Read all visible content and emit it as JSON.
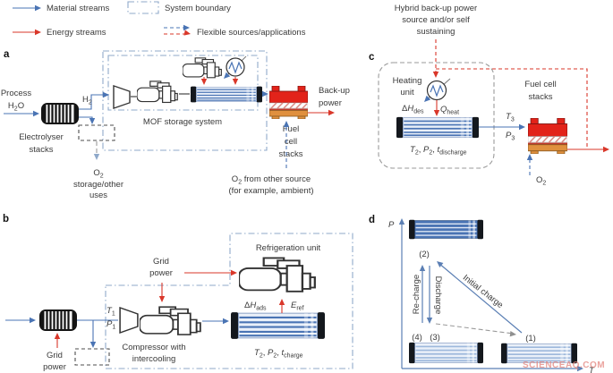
{
  "colors": {
    "material_blue": "#4a74b4",
    "energy_red": "#d9372a",
    "boundary_blue": "#8fa9ca",
    "grey_dash": "#9a9a9a",
    "tank_blue": "#4a74b4",
    "fuelcell_red": "#e2231a",
    "fuelcell_orange": "#e0903e",
    "axis_blue": "#5b7fb4"
  },
  "legend": {
    "material": "Material streams",
    "energy": "Energy streams",
    "boundary": "System boundary",
    "flexible": "Flexible sources/applications"
  },
  "hybrid": {
    "line1": "Hybrid back-up power",
    "line2": "source and/or self",
    "line3": "sustaining"
  },
  "a": {
    "panel": "a",
    "process": {
      "l1": "Process",
      "t": "H",
      "s": "2",
      "o": "O"
    },
    "electrolyser": {
      "l1": "Electrolyser",
      "l2": "stacks"
    },
    "h2": {
      "t": "H",
      "s": "2"
    },
    "mof": "MOF storage system",
    "o2store": {
      "t": "O",
      "s": "2",
      "l2": "storage/other",
      "l3": "uses"
    },
    "fuelcell": {
      "l1": "Fuel",
      "l2": "cell",
      "l3": "stacks"
    },
    "backup": {
      "l1": "Back-up",
      "l2": "power"
    },
    "o2other": {
      "t": "O",
      "s": "2",
      "rest": " from other source",
      "l2": "(for example, ambient)"
    }
  },
  "b": {
    "panel": "b",
    "grid_bottom": {
      "l1": "Grid",
      "l2": "power"
    },
    "grid_top": {
      "l1": "Grid",
      "l2": "power"
    },
    "t1": {
      "t": "T",
      "s": "1"
    },
    "p1": {
      "t": "P",
      "s": "1"
    },
    "compressor": {
      "l1": "Compressor with",
      "l2": "intercooling"
    },
    "refrigeration": "Refrigeration unit",
    "dh_ads": {
      "d": "Δ",
      "h": "H",
      "s": "ads"
    },
    "e_ref": {
      "t": "E",
      "s": "ref"
    },
    "state": {
      "t1": "T",
      "s1": "2",
      "m1": ", ",
      "t2": "P",
      "s2": "2",
      "m2": ", ",
      "t3": "t",
      "s3": "charge"
    }
  },
  "c": {
    "panel": "c",
    "heating": {
      "l1": "Heating",
      "l2": "unit"
    },
    "dh_des": {
      "d": "Δ",
      "h": "H",
      "s": "des"
    },
    "q_heat": {
      "t": "Q",
      "s": "heat"
    },
    "state": {
      "t1": "T",
      "s1": "2",
      "m1": ", ",
      "t2": "P",
      "s2": "2",
      "m2": ", ",
      "t3": "t",
      "s3": "discharge"
    },
    "t3": {
      "t": "T",
      "s": "3"
    },
    "p3": {
      "t": "P",
      "s": "3"
    },
    "fuelcell": {
      "l1": "Fuel cell",
      "l2": "stacks"
    },
    "o2": {
      "t": "O",
      "s": "2"
    }
  },
  "d": {
    "panel": "d",
    "y_axis": "P",
    "x_axis": "T",
    "s1": "(1)",
    "s2": "(2)",
    "s3": "(3)",
    "s4": "(4)",
    "recharge": "Re-charge",
    "discharge": "Discharge",
    "initial": "Initial charge",
    "watermark": "SCIENCEAQ.COM"
  }
}
